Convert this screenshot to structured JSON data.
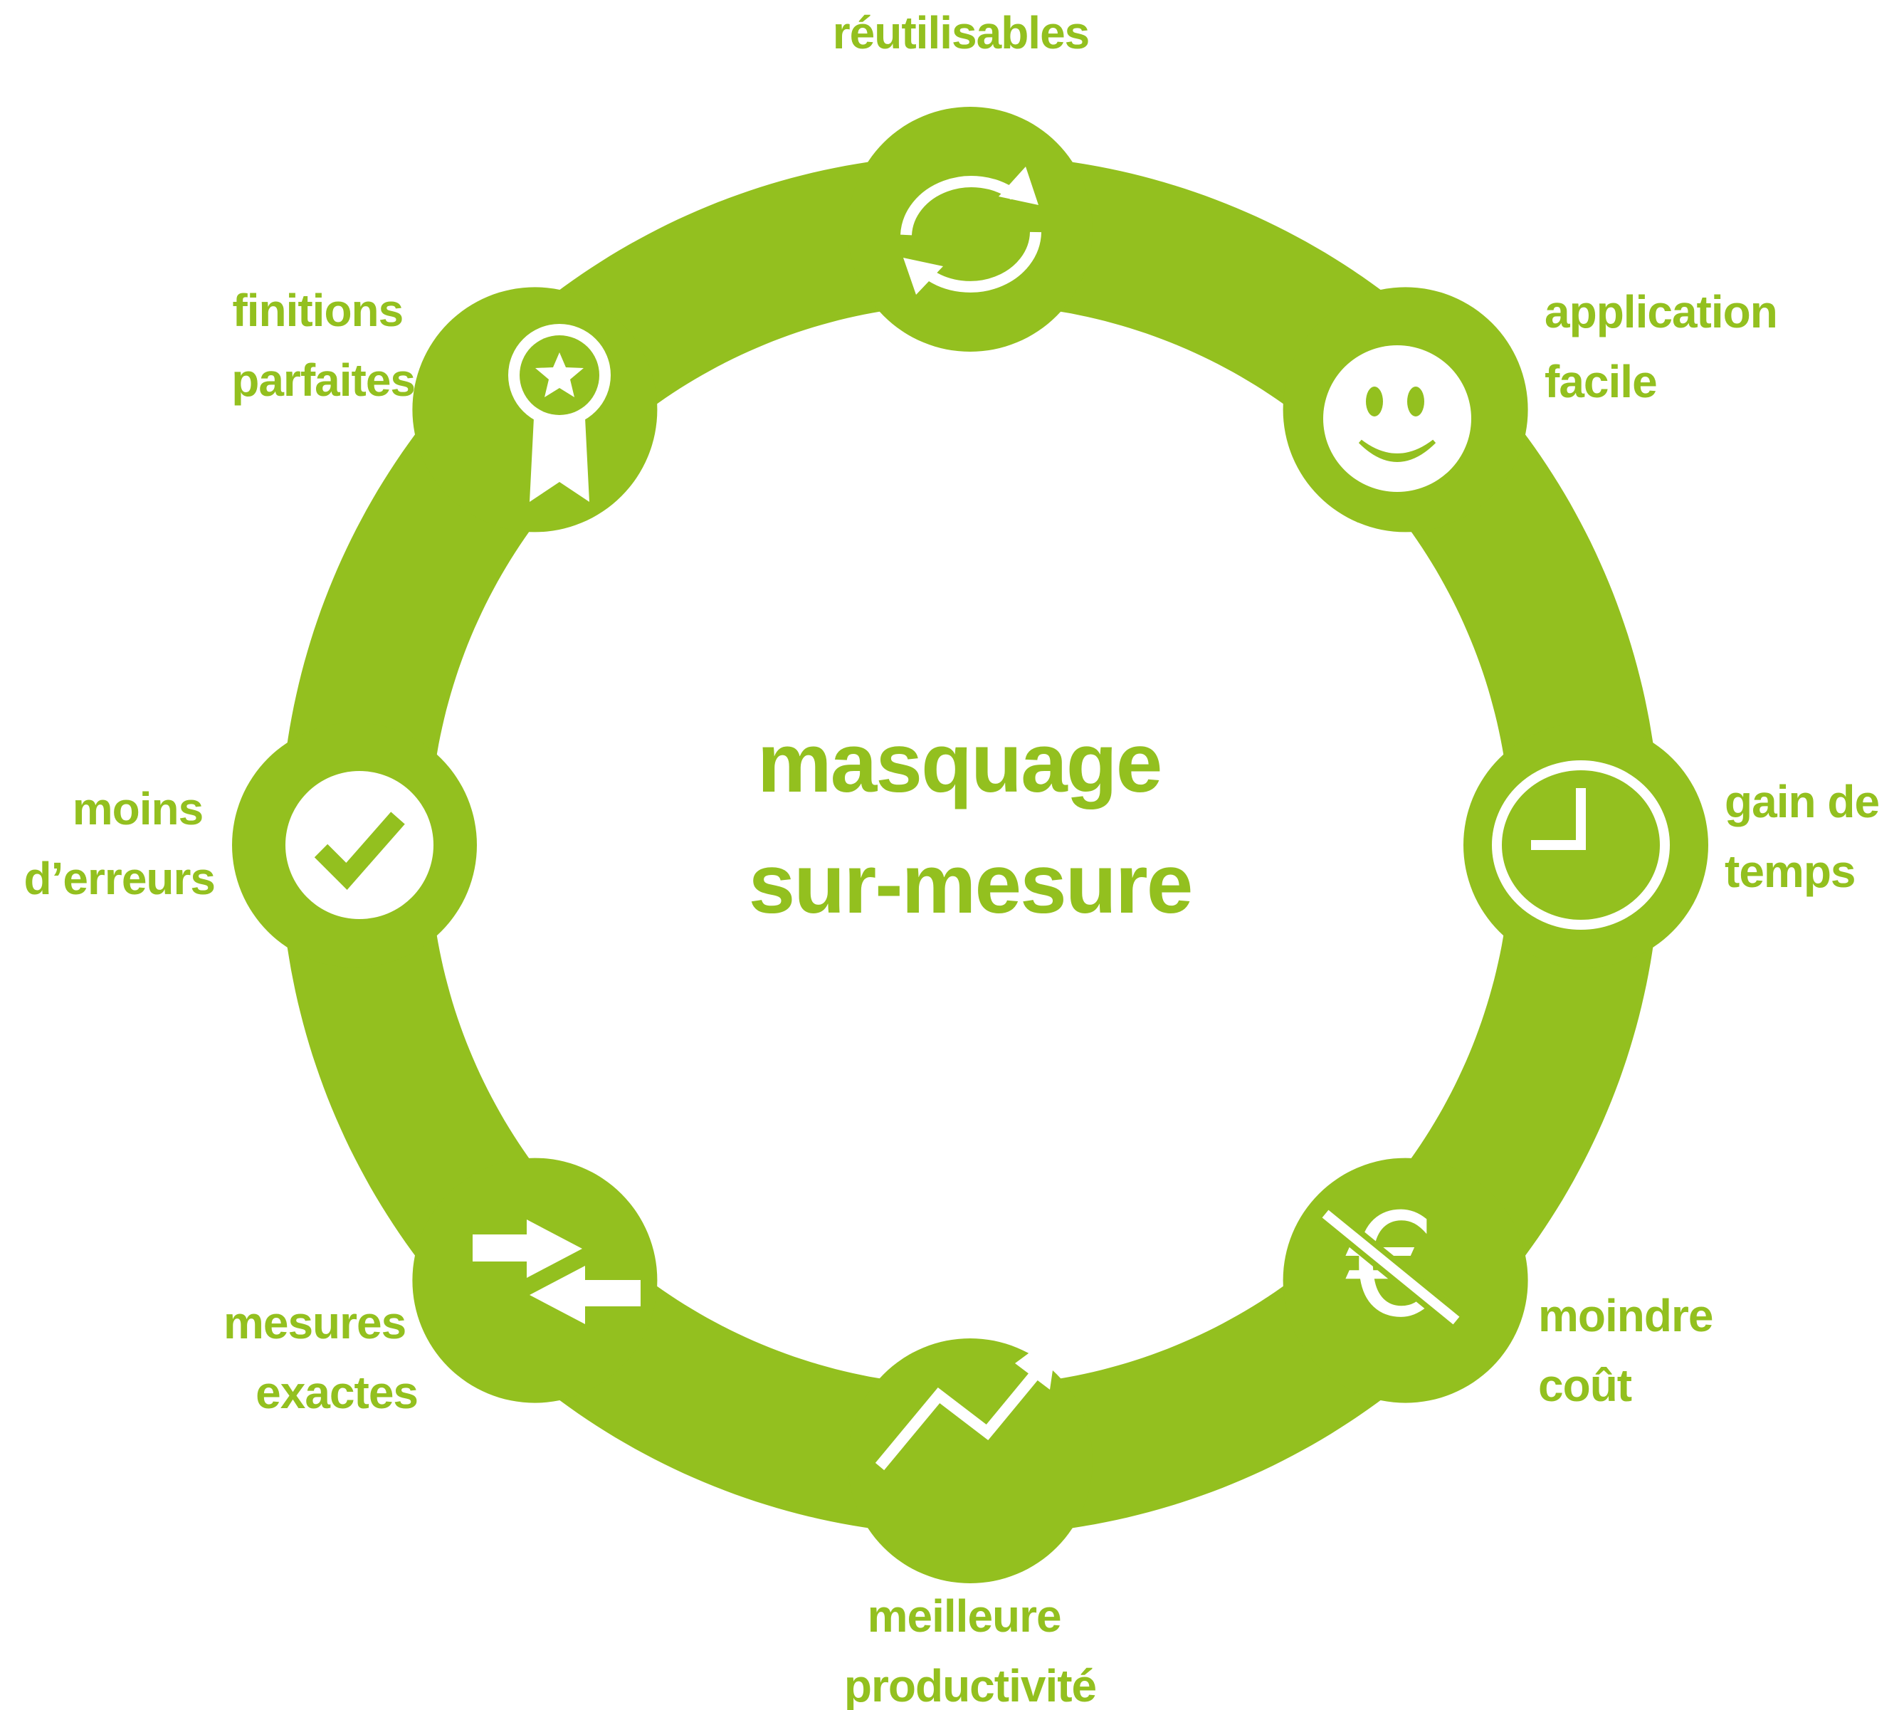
{
  "title": [
    "masquage",
    "sur-mesure"
  ],
  "colors": {
    "accent": "#93c01f",
    "background": "#ffffff"
  },
  "nodes": [
    {
      "id": "reutilisables",
      "icon": "recycle-arrows-icon",
      "lines": [
        "réutilisables"
      ]
    },
    {
      "id": "application-facile",
      "icon": "smiley-icon",
      "lines": [
        "application",
        "facile"
      ]
    },
    {
      "id": "gain-de-temps",
      "icon": "clock-icon",
      "lines": [
        "gain de",
        "temps"
      ]
    },
    {
      "id": "moindre-cout",
      "icon": "crossed-euro-icon",
      "lines": [
        "moindre",
        "coût"
      ]
    },
    {
      "id": "meilleure-productivite",
      "icon": "trend-up-icon",
      "lines": [
        "meilleure",
        "productivité"
      ]
    },
    {
      "id": "mesures-exactes",
      "icon": "opposing-arrows-icon",
      "lines": [
        "mesures",
        "exactes"
      ]
    },
    {
      "id": "moins-erreurs",
      "icon": "checkmark-icon",
      "lines": [
        "moins",
        "d’erreurs"
      ]
    },
    {
      "id": "finitions-parfaites",
      "icon": "award-ribbon-icon",
      "lines": [
        "finitions",
        "parfaites"
      ]
    }
  ]
}
